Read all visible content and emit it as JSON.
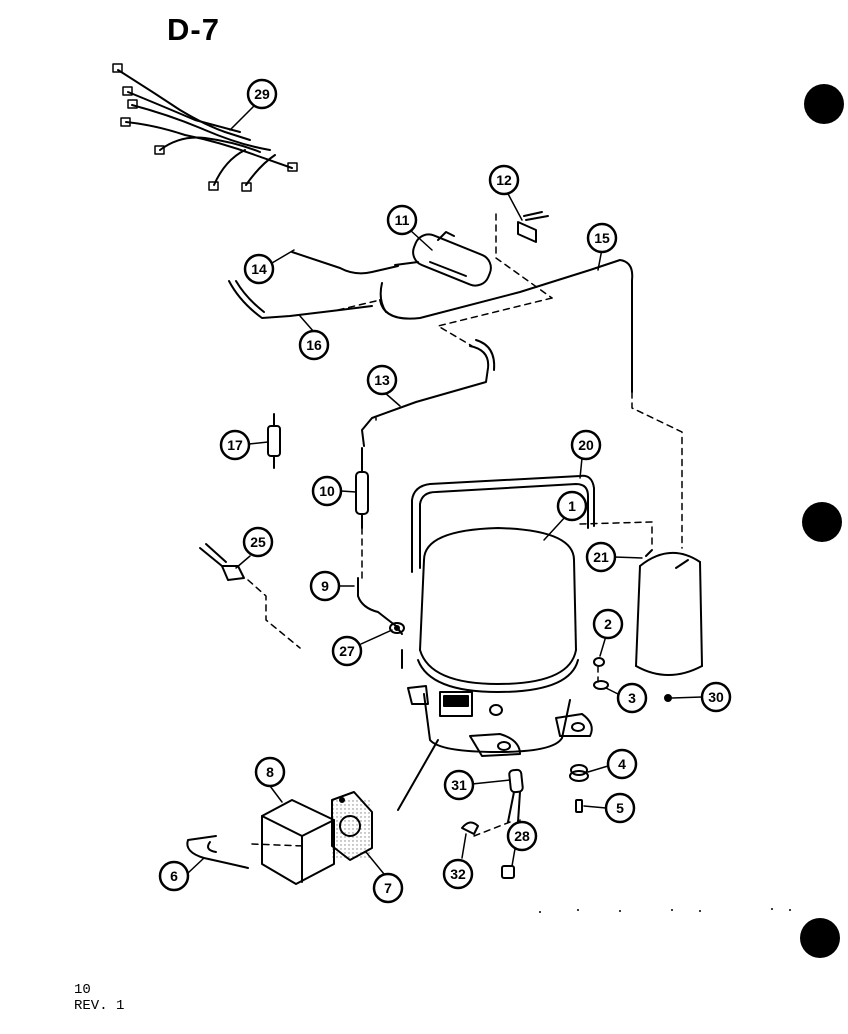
{
  "page": {
    "title": "D-7",
    "page_number": "10",
    "revision": "REV. 1"
  },
  "callouts": [
    {
      "id": "c29",
      "label": "29"
    },
    {
      "id": "c12",
      "label": "12"
    },
    {
      "id": "c11",
      "label": "11"
    },
    {
      "id": "c15",
      "label": "15"
    },
    {
      "id": "c14",
      "label": "14"
    },
    {
      "id": "c16",
      "label": "16"
    },
    {
      "id": "c13",
      "label": "13"
    },
    {
      "id": "c17",
      "label": "17"
    },
    {
      "id": "c20",
      "label": "20"
    },
    {
      "id": "c10",
      "label": "10"
    },
    {
      "id": "c1",
      "label": "1"
    },
    {
      "id": "c25",
      "label": "25"
    },
    {
      "id": "c21",
      "label": "21"
    },
    {
      "id": "c9",
      "label": "9"
    },
    {
      "id": "c2",
      "label": "2"
    },
    {
      "id": "c27",
      "label": "27"
    },
    {
      "id": "c3",
      "label": "3"
    },
    {
      "id": "c30",
      "label": "30"
    },
    {
      "id": "c4",
      "label": "4"
    },
    {
      "id": "c8",
      "label": "8"
    },
    {
      "id": "c31",
      "label": "31"
    },
    {
      "id": "c5",
      "label": "5"
    },
    {
      "id": "c28",
      "label": "28"
    },
    {
      "id": "c6",
      "label": "6"
    },
    {
      "id": "c7",
      "label": "7"
    },
    {
      "id": "c32",
      "label": "32"
    }
  ],
  "colors": {
    "ink": "#000000",
    "paper": "#ffffff"
  }
}
